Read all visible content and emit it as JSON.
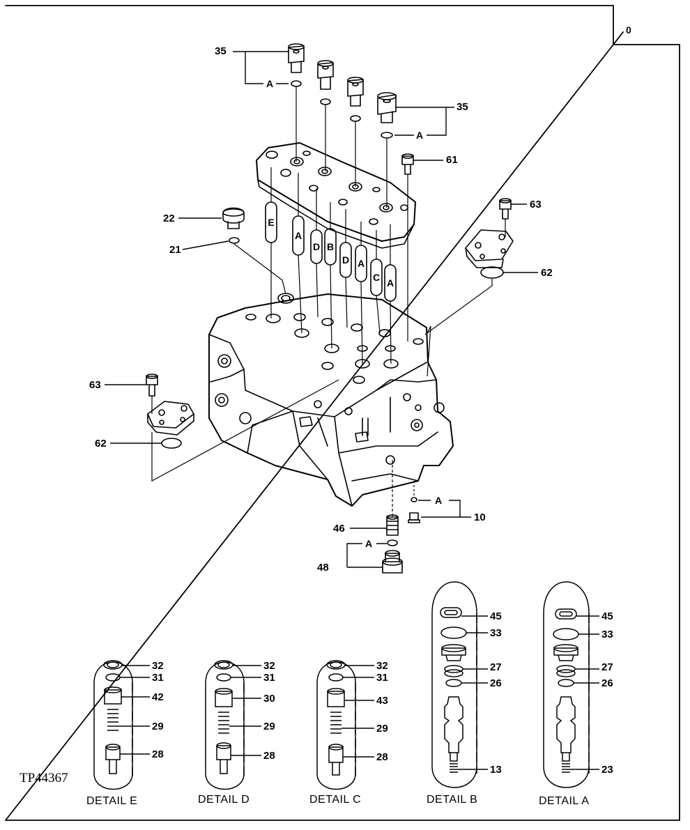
{
  "sheet_number": "0",
  "figure_id": "TP44367",
  "callouts": {
    "c35a": "35",
    "c35b": "35",
    "c61": "61",
    "c63a": "63",
    "c63b": "63",
    "c22": "22",
    "c21": "21",
    "c62a": "62",
    "c62b": "62",
    "c10": "10",
    "c46": "46",
    "c48": "48",
    "mA1": "A",
    "mA2": "A",
    "mA3": "A",
    "mA4": "A"
  },
  "capsules": {
    "k1": "E",
    "k2": "A",
    "k3": "D",
    "k4": "B",
    "k5": "D",
    "k6": "A",
    "k7": "C",
    "k8": "A"
  },
  "details": {
    "E": {
      "title": "DETAIL E",
      "parts": [
        "32",
        "31",
        "42",
        "29",
        "28"
      ]
    },
    "D": {
      "title": "DETAIL D",
      "parts": [
        "32",
        "31",
        "30",
        "29",
        "28"
      ]
    },
    "C": {
      "title": "DETAIL C",
      "parts": [
        "32",
        "31",
        "43",
        "29",
        "28"
      ]
    },
    "B": {
      "title": "DETAIL B",
      "parts": [
        "45",
        "33",
        "27",
        "26",
        "13"
      ]
    },
    "A": {
      "title": "DETAIL A",
      "parts": [
        "45",
        "33",
        "27",
        "26",
        "23"
      ]
    }
  }
}
